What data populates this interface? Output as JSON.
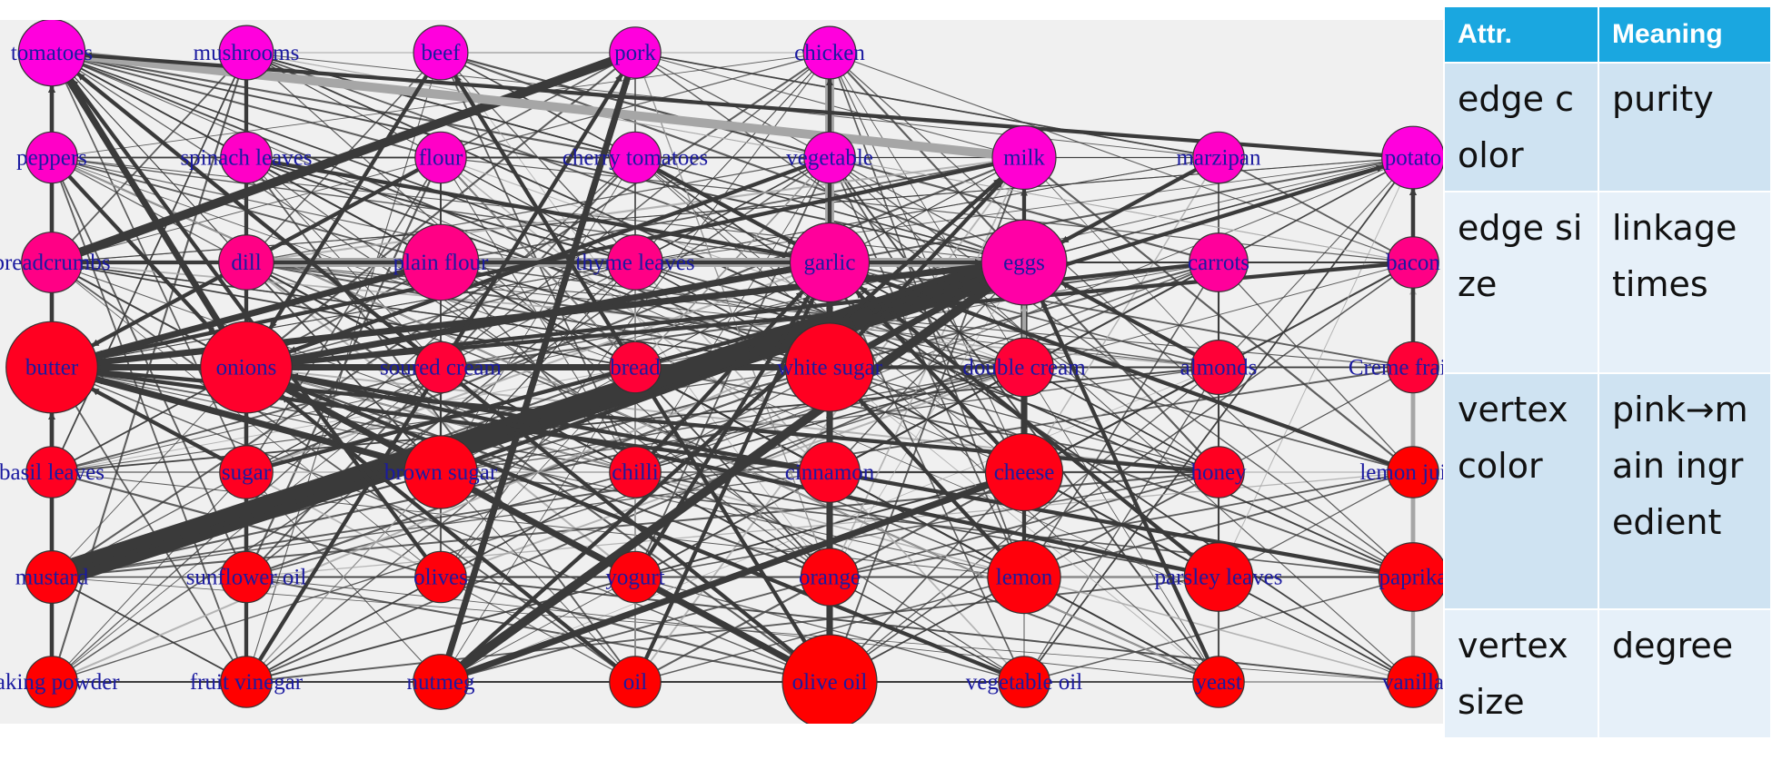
{
  "colors": {
    "panel_bg": "#f0f0f0",
    "edge_dark": "#3a3a3a",
    "edge_light": "#a6a6a6",
    "vertex_pink": "#ff00dd",
    "vertex_red": "#ff0000",
    "label": "#1a1aa0",
    "legend_header": "#1aa7e0"
  },
  "legend": {
    "headers": [
      "Attr.",
      "Meaning"
    ],
    "rows": [
      {
        "attr": "edge color",
        "meaning": "purity"
      },
      {
        "attr": "edge size",
        "meaning": "linkage times"
      },
      {
        "attr": "vertex color",
        "meaning": "pink→main ingredient"
      },
      {
        "attr": "vertex size",
        "meaning": "degree"
      }
    ]
  },
  "graph": {
    "rows": 8,
    "cols": 8,
    "vertices": [
      {
        "id": "tomatoes",
        "label": "tomatoes",
        "row": 0,
        "col": 0,
        "degree": 0.55,
        "main": 1.0
      },
      {
        "id": "mushrooms",
        "label": "mushrooms",
        "row": 0,
        "col": 1,
        "degree": 0.35,
        "main": 1.0
      },
      {
        "id": "beef",
        "label": "beef",
        "row": 0,
        "col": 2,
        "degree": 0.35,
        "main": 1.0
      },
      {
        "id": "pork",
        "label": "pork",
        "row": 0,
        "col": 3,
        "degree": 0.3,
        "main": 1.0
      },
      {
        "id": "chicken",
        "label": "chicken",
        "row": 0,
        "col": 4,
        "degree": 0.32,
        "main": 1.0
      },
      {
        "id": "peppers",
        "label": "peppers",
        "row": 1,
        "col": 0,
        "degree": 0.3,
        "main": 0.9
      },
      {
        "id": "spinach",
        "label": "spinach leaves",
        "row": 1,
        "col": 1,
        "degree": 0.3,
        "main": 0.9
      },
      {
        "id": "flour",
        "label": "flour",
        "row": 1,
        "col": 2,
        "degree": 0.3,
        "main": 0.9
      },
      {
        "id": "cherrytomatoes",
        "label": "cherry tomatoes",
        "row": 1,
        "col": 3,
        "degree": 0.3,
        "main": 0.95
      },
      {
        "id": "vegetable",
        "label": "vegetable",
        "row": 1,
        "col": 4,
        "degree": 0.3,
        "main": 0.95
      },
      {
        "id": "milk",
        "label": "milk",
        "row": 1,
        "col": 5,
        "degree": 0.5,
        "main": 0.95
      },
      {
        "id": "marzipan",
        "label": "marzipan",
        "row": 1,
        "col": 6,
        "degree": 0.3,
        "main": 0.9
      },
      {
        "id": "potato",
        "label": "potato",
        "row": 1,
        "col": 7,
        "degree": 0.48,
        "main": 1.0
      },
      {
        "id": "breadcrumbs",
        "label": "breadcrumbs",
        "row": 2,
        "col": 0,
        "degree": 0.45,
        "main": 0.6
      },
      {
        "id": "dill",
        "label": "dill",
        "row": 2,
        "col": 1,
        "degree": 0.36,
        "main": 0.6
      },
      {
        "id": "plainflour",
        "label": "plain flour",
        "row": 2,
        "col": 2,
        "degree": 0.7,
        "main": 0.6
      },
      {
        "id": "thyme",
        "label": "thyme leaves",
        "row": 2,
        "col": 3,
        "degree": 0.36,
        "main": 0.6
      },
      {
        "id": "garlic",
        "label": "garlic",
        "row": 2,
        "col": 4,
        "degree": 0.75,
        "main": 0.7
      },
      {
        "id": "eggs",
        "label": "eggs",
        "row": 2,
        "col": 5,
        "degree": 0.85,
        "main": 0.75
      },
      {
        "id": "carrots",
        "label": "carrots",
        "row": 2,
        "col": 6,
        "degree": 0.42,
        "main": 0.7
      },
      {
        "id": "bacon",
        "label": "bacon",
        "row": 2,
        "col": 7,
        "degree": 0.3,
        "main": 0.6
      },
      {
        "id": "butter",
        "label": "butter",
        "row": 3,
        "col": 0,
        "degree": 0.95,
        "main": 0.15
      },
      {
        "id": "onions",
        "label": "onions",
        "row": 3,
        "col": 1,
        "degree": 0.95,
        "main": 0.2
      },
      {
        "id": "soured",
        "label": "soured cream",
        "row": 3,
        "col": 2,
        "degree": 0.3,
        "main": 0.25
      },
      {
        "id": "bread",
        "label": "bread",
        "row": 3,
        "col": 3,
        "degree": 0.3,
        "main": 0.25
      },
      {
        "id": "whitesugar",
        "label": "white sugar",
        "row": 3,
        "col": 4,
        "degree": 0.9,
        "main": 0.15
      },
      {
        "id": "doublecream",
        "label": "double cream",
        "row": 3,
        "col": 5,
        "degree": 0.42,
        "main": 0.25
      },
      {
        "id": "almonds",
        "label": "almonds",
        "row": 3,
        "col": 6,
        "degree": 0.35,
        "main": 0.25
      },
      {
        "id": "cremefraiche",
        "label": "Creme fraiche",
        "row": 3,
        "col": 7,
        "degree": 0.3,
        "main": 0.25
      },
      {
        "id": "basil",
        "label": "basil leaves",
        "row": 4,
        "col": 0,
        "degree": 0.3,
        "main": 0.15
      },
      {
        "id": "sugar",
        "label": "sugar",
        "row": 4,
        "col": 1,
        "degree": 0.33,
        "main": 0.15
      },
      {
        "id": "brownsugar",
        "label": "brown sugar",
        "row": 4,
        "col": 2,
        "degree": 0.65,
        "main": 0.1
      },
      {
        "id": "chilli",
        "label": "chilli",
        "row": 4,
        "col": 3,
        "degree": 0.3,
        "main": 0.15
      },
      {
        "id": "cinnamon",
        "label": "cinnamon",
        "row": 4,
        "col": 4,
        "degree": 0.45,
        "main": 0.15
      },
      {
        "id": "cheese",
        "label": "cheese",
        "row": 4,
        "col": 5,
        "degree": 0.72,
        "main": 0.1
      },
      {
        "id": "honey",
        "label": "honey",
        "row": 4,
        "col": 6,
        "degree": 0.3,
        "main": 0.15
      },
      {
        "id": "lemonjuice",
        "label": "lemon juice",
        "row": 4,
        "col": 7,
        "degree": 0.3,
        "main": 0.0
      },
      {
        "id": "mustard",
        "label": "mustard",
        "row": 5,
        "col": 0,
        "degree": 0.32,
        "main": 0.05
      },
      {
        "id": "sunflower",
        "label": "sunflower oil",
        "row": 5,
        "col": 1,
        "degree": 0.3,
        "main": 0.05
      },
      {
        "id": "olives",
        "label": "olives",
        "row": 5,
        "col": 2,
        "degree": 0.3,
        "main": 0.05
      },
      {
        "id": "yogurt",
        "label": "yogurt",
        "row": 5,
        "col": 3,
        "degree": 0.3,
        "main": 0.05
      },
      {
        "id": "orange",
        "label": "orange",
        "row": 5,
        "col": 4,
        "degree": 0.4,
        "main": 0.05
      },
      {
        "id": "lemon",
        "label": "lemon",
        "row": 5,
        "col": 5,
        "degree": 0.65,
        "main": 0.05
      },
      {
        "id": "parsley",
        "label": "parsley leaves",
        "row": 5,
        "col": 6,
        "degree": 0.58,
        "main": 0.05
      },
      {
        "id": "paprika",
        "label": "paprika",
        "row": 5,
        "col": 7,
        "degree": 0.58,
        "main": 0.05
      },
      {
        "id": "bakingpowder",
        "label": "baking powder",
        "row": 6,
        "col": 0,
        "degree": 0.3,
        "main": 0.0
      },
      {
        "id": "fruitvinegar",
        "label": "fruit vinegar",
        "row": 6,
        "col": 1,
        "degree": 0.3,
        "main": 0.0
      },
      {
        "id": "nutmeg",
        "label": "nutmeg",
        "row": 6,
        "col": 2,
        "degree": 0.36,
        "main": 0.0
      },
      {
        "id": "oil",
        "label": "oil",
        "row": 6,
        "col": 3,
        "degree": 0.3,
        "main": 0.0
      },
      {
        "id": "oliveoil",
        "label": "olive oil",
        "row": 6,
        "col": 4,
        "degree": 1.0,
        "main": 0.0
      },
      {
        "id": "vegetableoil",
        "label": "vegetable oil",
        "row": 6,
        "col": 5,
        "degree": 0.3,
        "main": 0.0
      },
      {
        "id": "yeast",
        "label": "yeast",
        "row": 6,
        "col": 6,
        "degree": 0.3,
        "main": 0.0
      },
      {
        "id": "vanilla",
        "label": "vanilla",
        "row": 6,
        "col": 7,
        "degree": 0.3,
        "main": 0.0
      }
    ],
    "edges": [
      [
        "mustard",
        "eggs",
        9,
        "dark"
      ],
      [
        "breadcrumbs",
        "pork",
        3,
        "dark"
      ],
      [
        "tomatoes",
        "milk",
        3,
        "light"
      ],
      [
        "chicken",
        "garlic",
        3,
        "light"
      ],
      [
        "plainflour",
        "eggs",
        3,
        "light"
      ],
      [
        "dill",
        "thyme",
        2,
        "light"
      ],
      [
        "dill",
        "garlic",
        3,
        "light"
      ],
      [
        "thyme",
        "eggs",
        2,
        "light"
      ],
      [
        "butter",
        "plainflour",
        2,
        "dark"
      ],
      [
        "butter",
        "whitesugar",
        2,
        "dark"
      ],
      [
        "butter",
        "eggs",
        2,
        "dark"
      ],
      [
        "onions",
        "garlic",
        2,
        "dark"
      ],
      [
        "onions",
        "tomatoes",
        2,
        "dark"
      ],
      [
        "oliveoil",
        "garlic",
        2,
        "dark"
      ],
      [
        "oliveoil",
        "onions",
        2,
        "dark"
      ],
      [
        "nutmeg",
        "eggs",
        3,
        "dark"
      ],
      [
        "nutmeg",
        "pork",
        2,
        "dark"
      ],
      [
        "nutmeg",
        "cheese",
        2,
        "dark"
      ],
      [
        "brownsugar",
        "butter",
        2,
        "dark"
      ],
      [
        "whitesugar",
        "eggs",
        2,
        "dark"
      ],
      [
        "cheese",
        "eggs",
        2,
        "dark"
      ],
      [
        "cheese",
        "milk",
        1,
        "dark"
      ],
      [
        "lemon",
        "eggs",
        1,
        "dark"
      ],
      [
        "parsley",
        "garlic",
        1,
        "dark"
      ],
      [
        "paprika",
        "potato",
        1,
        "dark"
      ],
      [
        "vanilla",
        "bacon",
        1,
        "light"
      ],
      [
        "mustard",
        "tomatoes",
        1,
        "light"
      ],
      [
        "mustard",
        "potato",
        1,
        "dark"
      ],
      [
        "bakingpowder",
        "tomatoes",
        1,
        "dark"
      ],
      [
        "bakingpowder",
        "butter",
        1,
        "dark"
      ],
      [
        "fruitvinegar",
        "pork",
        1,
        "dark"
      ],
      [
        "fruitvinegar",
        "onions",
        1,
        "dark"
      ],
      [
        "oil",
        "garlic",
        1,
        "dark"
      ],
      [
        "oil",
        "onions",
        1,
        "dark"
      ],
      [
        "yeast",
        "eggs",
        1,
        "dark"
      ],
      [
        "vegetableoil",
        "onions",
        1,
        "dark"
      ],
      [
        "orange",
        "whitesugar",
        1,
        "dark"
      ],
      [
        "cinnamon",
        "whitesugar",
        1,
        "dark"
      ],
      [
        "honey",
        "butter",
        1,
        "dark"
      ],
      [
        "almonds",
        "eggs",
        1,
        "dark"
      ],
      [
        "carrots",
        "onions",
        1,
        "dark"
      ],
      [
        "doublecream",
        "eggs",
        1,
        "light"
      ],
      [
        "doublecream",
        "whitesugar",
        1,
        "dark"
      ],
      [
        "soured",
        "onions",
        1,
        "dark"
      ],
      [
        "bread",
        "butter",
        1,
        "dark"
      ],
      [
        "sugar",
        "eggs",
        1,
        "dark"
      ],
      [
        "sugar",
        "butter",
        1,
        "dark"
      ],
      [
        "chilli",
        "garlic",
        1,
        "dark"
      ],
      [
        "yogurt",
        "garlic",
        1,
        "dark"
      ],
      [
        "olives",
        "tomatoes",
        1,
        "dark"
      ],
      [
        "sunflower",
        "onions",
        1,
        "dark"
      ],
      [
        "basil",
        "tomatoes",
        1,
        "dark"
      ],
      [
        "marzipan",
        "eggs",
        1,
        "dark"
      ],
      [
        "cremefraiche",
        "potato",
        1,
        "dark"
      ],
      [
        "lemonjuice",
        "garlic",
        1,
        "dark"
      ],
      [
        "potato",
        "tomatoes",
        1,
        "dark"
      ],
      [
        "milk",
        "butter",
        1,
        "dark"
      ],
      [
        "vegetable",
        "onions",
        1,
        "dark"
      ],
      [
        "cherrytomatoes",
        "garlic",
        1,
        "dark"
      ],
      [
        "flour",
        "butter",
        1,
        "dark"
      ],
      [
        "spinach",
        "garlic",
        1,
        "dark"
      ],
      [
        "peppers",
        "onions",
        1,
        "dark"
      ],
      [
        "mushrooms",
        "onions",
        1,
        "dark"
      ],
      [
        "beef",
        "onions",
        1,
        "dark"
      ],
      [
        "bacon",
        "onions",
        1,
        "dark"
      ],
      [
        "breadcrumbs",
        "eggs",
        1,
        "dark"
      ],
      [
        "plainflour",
        "butter",
        1,
        "dark"
      ],
      [
        "cheese",
        "garlic",
        1,
        "dark"
      ],
      [
        "lemon",
        "whitesugar",
        1,
        "dark"
      ],
      [
        "oliveoil",
        "tomatoes",
        1,
        "dark"
      ],
      [
        "oliveoil",
        "beef",
        1,
        "dark"
      ],
      [
        "oliveoil",
        "chicken",
        1,
        "dark"
      ],
      [
        "brownsugar",
        "eggs",
        1,
        "dark"
      ],
      [
        "cinnamon",
        "butter",
        1,
        "dark"
      ],
      [
        "paprika",
        "onions",
        1,
        "dark"
      ],
      [
        "parsley",
        "onions",
        1,
        "dark"
      ],
      [
        "nutmeg",
        "milk",
        1,
        "dark"
      ],
      [
        "whitesugar",
        "milk",
        1,
        "dark"
      ]
    ]
  }
}
